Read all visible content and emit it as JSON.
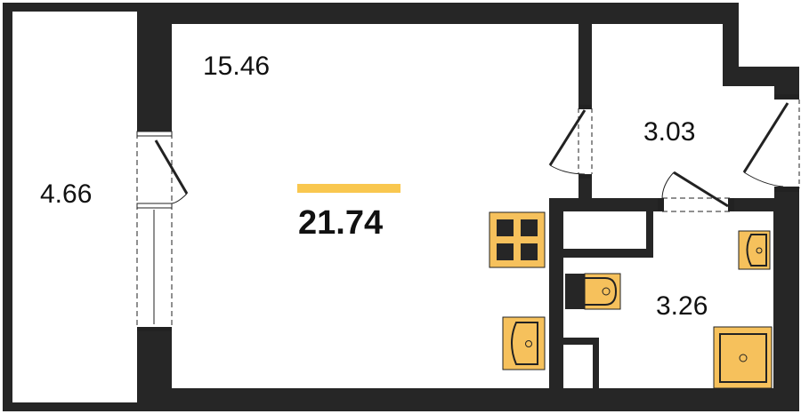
{
  "plan": {
    "total_area": "21.74",
    "rooms": {
      "living": "15.46",
      "balcony": "4.66",
      "hallway": "3.03",
      "bathroom": "3.26"
    }
  },
  "colors": {
    "wall": "#262626",
    "fixture": "#F6C15C",
    "accent": "#F9C74F"
  }
}
